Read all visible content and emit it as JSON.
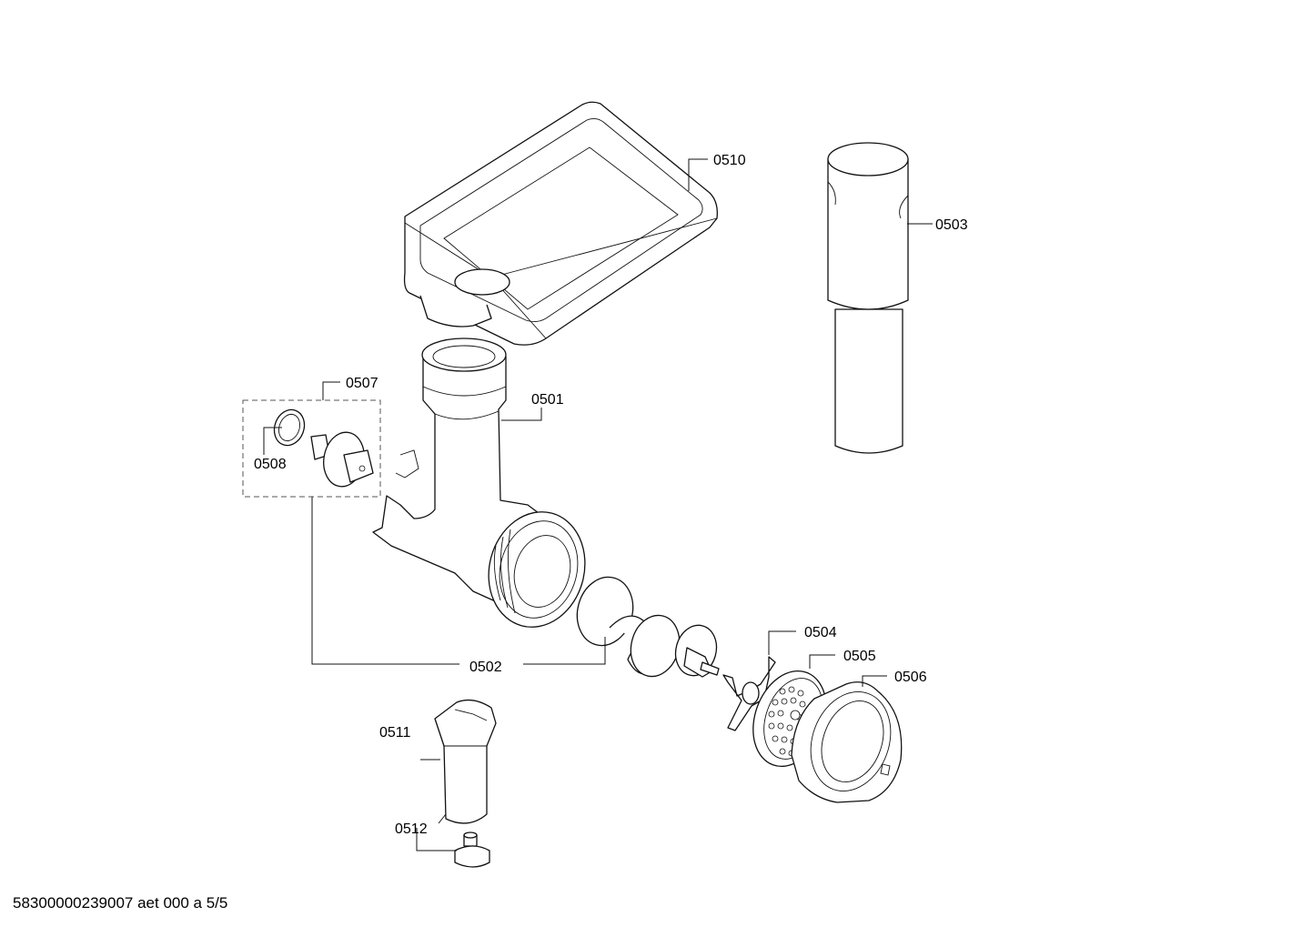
{
  "callouts": {
    "p0510": "0510",
    "p0503": "0503",
    "p0507": "0507",
    "p0501": "0501",
    "p0508": "0508",
    "p0502": "0502",
    "p0504": "0504",
    "p0505": "0505",
    "p0506": "0506",
    "p0511": "0511",
    "p0512": "0512"
  },
  "footer": {
    "document_code": "58300000239007 aet 000 a 5/5"
  }
}
